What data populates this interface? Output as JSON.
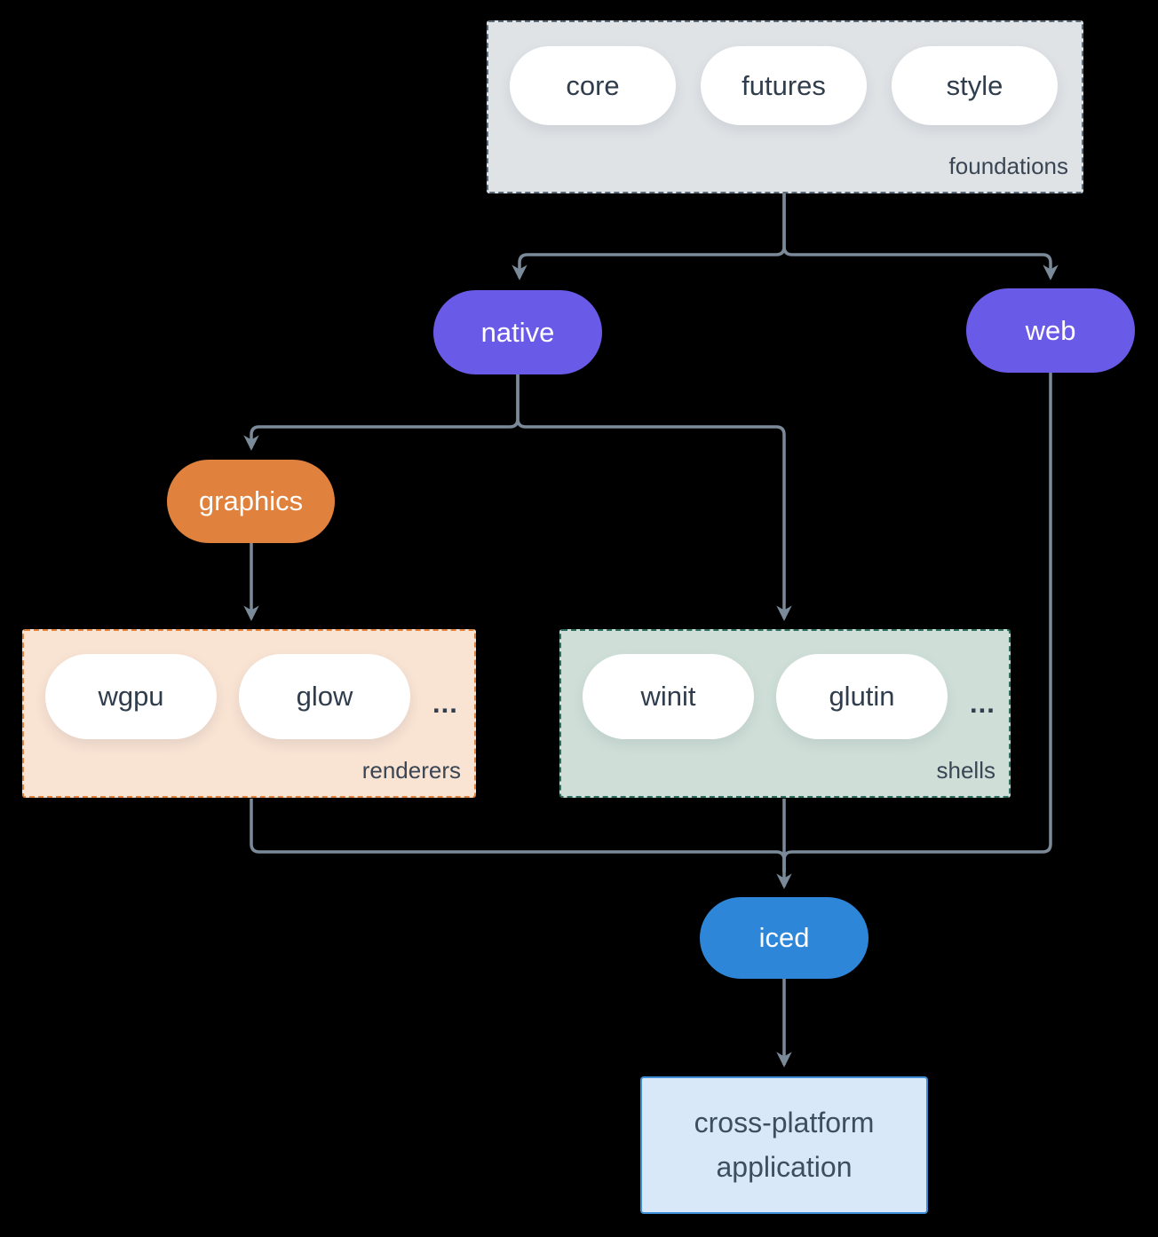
{
  "colors": {
    "background": "#000000",
    "line": "#7b8a99",
    "ink": "#2f3d4c",
    "label-ink": "#3a4654",
    "pill-bg": "#ffffff",
    "node-purple": "#6a5ae8",
    "node-orange": "#e0813d",
    "node-blue": "#2e86d8",
    "foundations-bg": "#dfe3e6",
    "foundations-border": "#5a6b7c",
    "renderers-bg": "#f9e3d3",
    "renderers-border": "#e0813d",
    "shells-bg": "#cfdfd8",
    "shells-border": "#2a6e60",
    "app-bg": "#d8e8f8",
    "app-border": "#3e8ed8",
    "app-ink": "#3d4e60"
  },
  "groups": {
    "foundations": {
      "label": "foundations",
      "items": [
        "core",
        "futures",
        "style"
      ]
    },
    "renderers": {
      "label": "renderers",
      "items": [
        "wgpu",
        "glow"
      ],
      "more": "..."
    },
    "shells": {
      "label": "shells",
      "items": [
        "winit",
        "glutin"
      ],
      "more": "..."
    }
  },
  "nodes": {
    "native": "native",
    "web": "web",
    "graphics": "graphics",
    "iced": "iced",
    "application": {
      "label": "cross-platform application",
      "lines": [
        "cross-platform",
        "application"
      ]
    }
  }
}
